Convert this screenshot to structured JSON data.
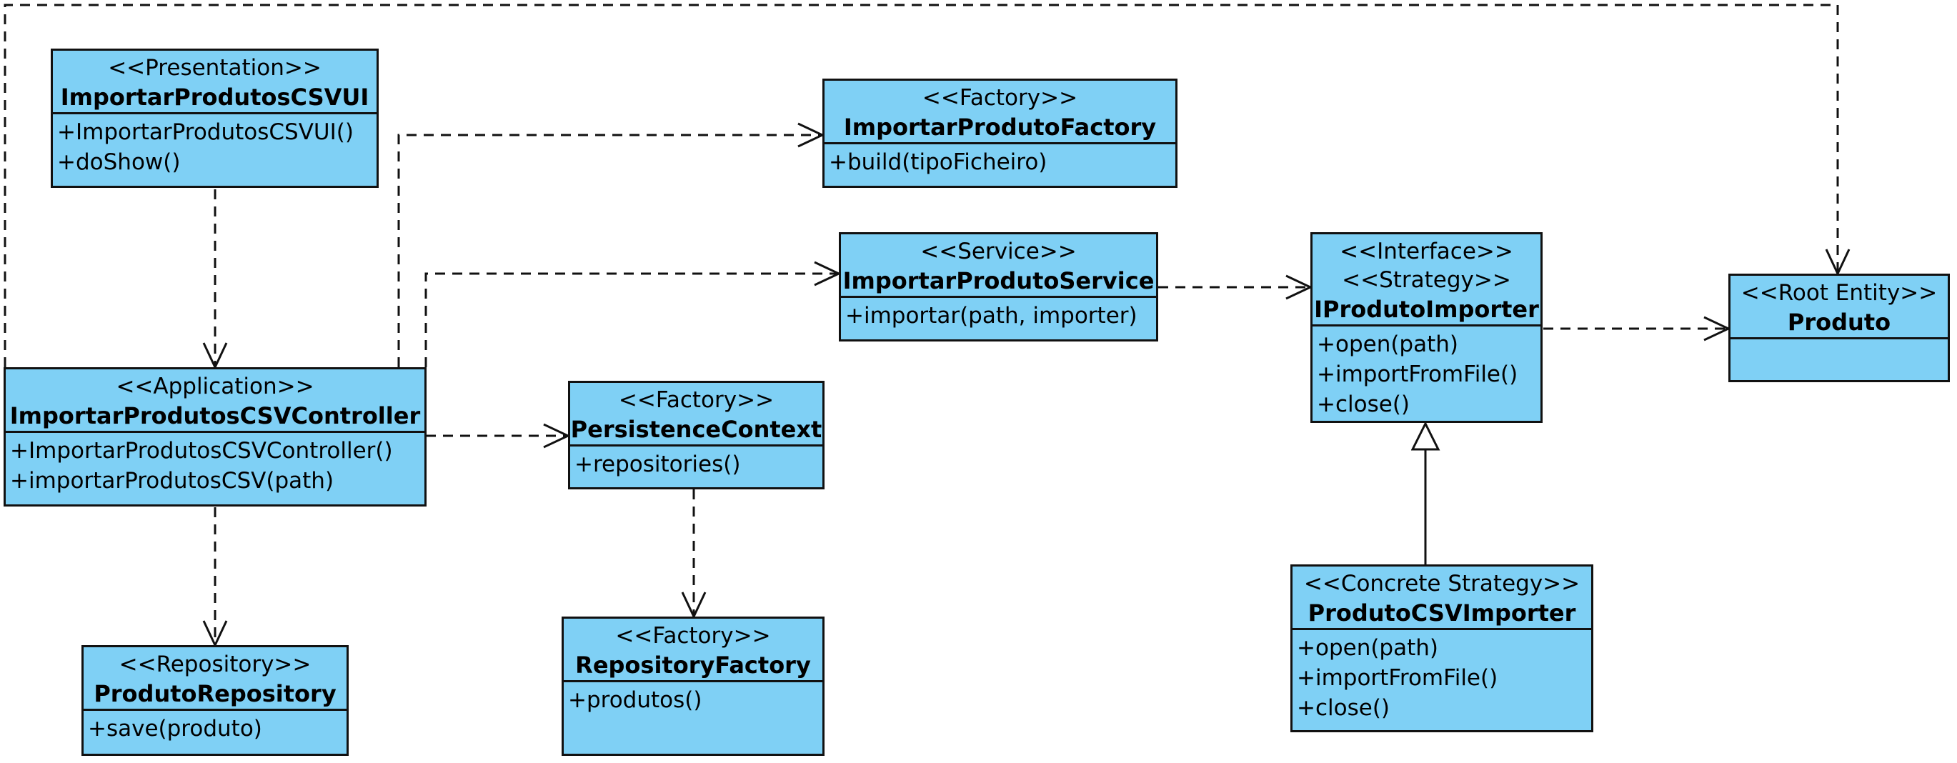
{
  "tiny_caption": "",
  "classes": {
    "ui": {
      "stereotypes": [
        "<<Presentation>>"
      ],
      "name": "ImportarProdutosCSVUI",
      "ops": [
        "+ImportarProdutosCSVUI()",
        "+doShow()"
      ]
    },
    "controller": {
      "stereotypes": [
        "<<Application>>"
      ],
      "name": "ImportarProdutosCSVController",
      "ops": [
        "+ImportarProdutosCSVController()",
        "+importarProdutosCSV(path)"
      ]
    },
    "repo": {
      "stereotypes": [
        "<<Repository>>"
      ],
      "name": "ProdutoRepository",
      "ops": [
        "+save(produto)"
      ]
    },
    "factory": {
      "stereotypes": [
        "<<Factory>>"
      ],
      "name": "ImportarProdutoFactory",
      "ops": [
        "+build(tipoFicheiro)"
      ]
    },
    "service": {
      "stereotypes": [
        "<<Service>>"
      ],
      "name": "ImportarProdutoService",
      "ops": [
        "+importar(path, importer)"
      ]
    },
    "persistence": {
      "stereotypes": [
        "<<Factory>>"
      ],
      "name": "PersistenceContext",
      "ops": [
        "+repositories()"
      ]
    },
    "repofactory": {
      "stereotypes": [
        "<<Factory>>"
      ],
      "name": "RepositoryFactory",
      "ops": [
        "+produtos()"
      ]
    },
    "importer": {
      "stereotypes": [
        "<<Interface>>",
        "<<Strategy>>"
      ],
      "name": "IProdutoImporter",
      "ops": [
        "+open(path)",
        "+importFromFile()",
        "+close()"
      ]
    },
    "csvimporter": {
      "stereotypes": [
        "<<Concrete Strategy>>"
      ],
      "name": "ProdutoCSVImporter",
      "ops": [
        "+open(path)",
        "+importFromFile()",
        "+close()"
      ]
    },
    "produto": {
      "stereotypes": [
        "<<Root Entity>>"
      ],
      "name": "Produto",
      "ops": []
    }
  }
}
